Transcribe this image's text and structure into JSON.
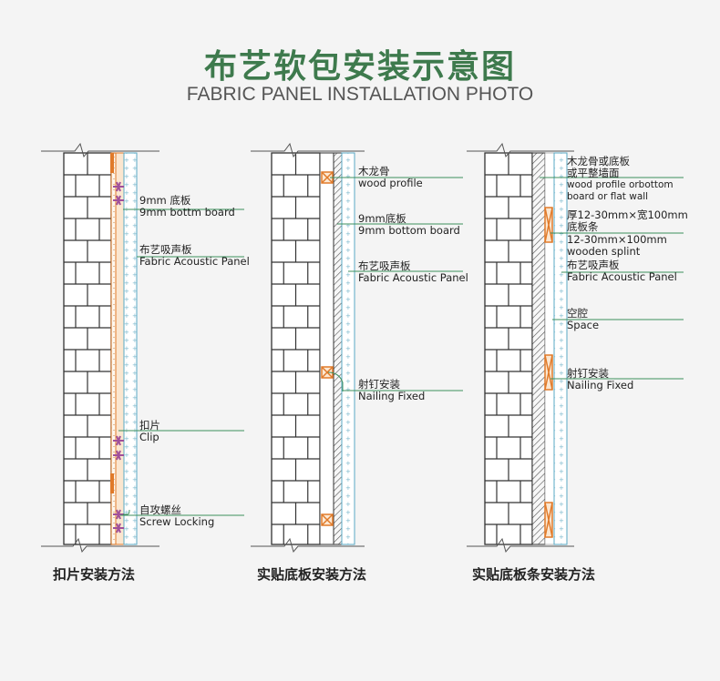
{
  "title": {
    "cn": "布艺软包安装示意图",
    "en": "FABRIC PANEL INSTALLATION PHOTO"
  },
  "diagram1": {
    "caption": "扣片安装方法",
    "labels": [
      {
        "cn": "9mm 底板",
        "en": "9mm bottm board"
      },
      {
        "cn": "布艺吸声板",
        "en": "Fabric Acoustic Panel"
      },
      {
        "cn": "扣片",
        "en": "Clip"
      },
      {
        "cn": "自攻螺丝",
        "en": "Screw Locking"
      }
    ]
  },
  "diagram2": {
    "caption": "实贴底板安装方法",
    "labels": [
      {
        "cn": "木龙骨",
        "en": "wood profile"
      },
      {
        "cn": "9mm底板",
        "en": "9mm bottom board"
      },
      {
        "cn": "布艺吸声板",
        "en": "Fabric Acoustic Panel"
      },
      {
        "cn": "射钉安装",
        "en": "Nailing Fixed"
      }
    ]
  },
  "diagram3": {
    "caption": "实贴底板条安装方法",
    "labels": [
      {
        "cn": "木龙骨或底板",
        "cn2": "或平整墙面",
        "en": "wood profile orbottom",
        "en2": "board or flat wall"
      },
      {
        "cn": "厚12-30mm×宽100mm",
        "cn2": "底板条",
        "en": "12-30mm×100mm",
        "en2": "wooden splint"
      },
      {
        "cn": "布艺吸声板",
        "en": "Fabric Acoustic Panel"
      },
      {
        "cn": "空腔",
        "en": "Space"
      },
      {
        "cn": "射钉安装",
        "en": "Nailing Fixed"
      }
    ]
  },
  "colors": {
    "title_green": "#3e7a4d",
    "leader_green": "#3c8f5c",
    "wood_orange": "#e07a2a",
    "clip_purple": "#a0509a",
    "panel_cyan": "#5aa9c4"
  }
}
